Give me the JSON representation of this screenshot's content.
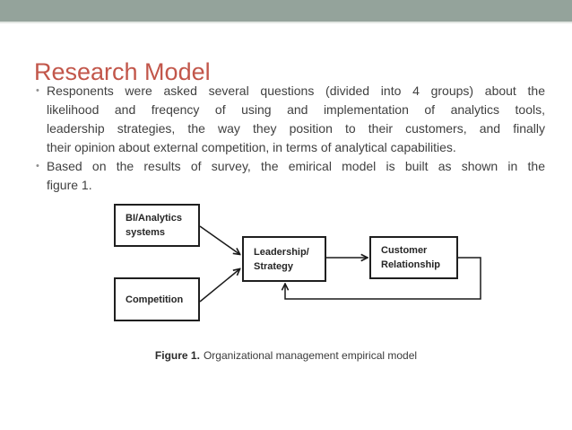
{
  "slide": {
    "title": "Research Model",
    "bullets": [
      {
        "lines": [
          "Responents were asked several questions (divided into 4 groups) about the",
          "likelihood and freqency of using and implementation of analytics tools,",
          "leadership strategies, the way they position to their customers, and finally",
          "their opinion about external competition, in terms of analytical capabilities."
        ]
      },
      {
        "lines": [
          "Based on the results of survey, the emirical model is built as shown in the",
          "figure 1."
        ]
      }
    ]
  },
  "diagram": {
    "nodes": [
      {
        "id": "bi-analytics-systems",
        "lines": [
          "BI/Analytics",
          "systems"
        ]
      },
      {
        "id": "competition",
        "lines": [
          "Competition"
        ]
      },
      {
        "id": "leadership-strategy",
        "lines": [
          "Leadership/",
          "Strategy"
        ]
      },
      {
        "id": "customer-relationship",
        "lines": [
          "Customer",
          "Relationship"
        ]
      }
    ],
    "edges": [
      {
        "from": "bi-analytics-systems",
        "to": "leadership-strategy",
        "type": "straight-arrow"
      },
      {
        "from": "competition",
        "to": "leadership-strategy",
        "type": "straight-arrow"
      },
      {
        "from": "leadership-strategy",
        "to": "customer-relationship",
        "type": "straight-arrow"
      },
      {
        "from": "customer-relationship",
        "to": "leadership-strategy",
        "type": "feedback-loop-arrow"
      }
    ]
  },
  "caption": {
    "label": "Figure 1.",
    "text": "Organizational management empirical model"
  },
  "colors": {
    "header_bar": "#94a39b",
    "title": "#c2564a",
    "body_text": "#404040",
    "bullet_marker": "#8f8f8f",
    "box_border": "#1f1f1f",
    "box_text": "#262626",
    "arrow": "#1a1a1a",
    "caption_text": "#3a3a3a"
  }
}
